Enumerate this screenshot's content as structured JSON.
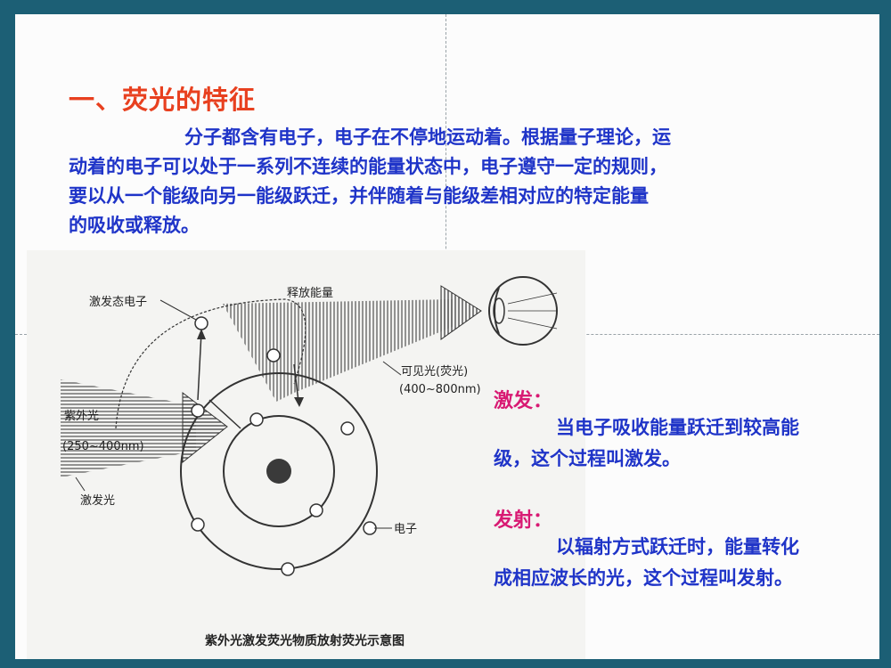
{
  "heading": "一、荧光的特征",
  "intro": {
    "line1": "分子都含有电子，电子在不停地运动着。根据量子理论，运",
    "line2": "动着的电子可以处于一系列不连续的能量状态中，电子遵守一定的规则，",
    "line3": "要以从一个能级向另一能级跃迁，并伴随着与能级差相对应的特定能量",
    "line4": "的吸收或释放。"
  },
  "figure": {
    "label_excited_electron": "激发态电子",
    "label_released_energy": "释放能量",
    "label_visible_light": "可见光(荧光)",
    "label_visible_range": "(400~800nm)",
    "label_uv": "紫外光",
    "label_uv_range": "(250~400nm)",
    "label_excitation_light": "激发光",
    "label_electron": "电子",
    "caption": "紫外光激发荧光物质放射荧光示意图"
  },
  "excitation": {
    "term": "激发：",
    "line1": "当电子吸收能量跃迁到较高能",
    "line2": "级，这个过程叫激发。"
  },
  "emission": {
    "term": "发射：",
    "line1": "以辐射方式跃迁时，能量转化",
    "line2": "成相应波长的光，这个过程叫发射。"
  },
  "colors": {
    "background": "#1c5f75",
    "heading": "#e8401f",
    "body_text": "#1f34c8",
    "term": "#d81a73"
  }
}
